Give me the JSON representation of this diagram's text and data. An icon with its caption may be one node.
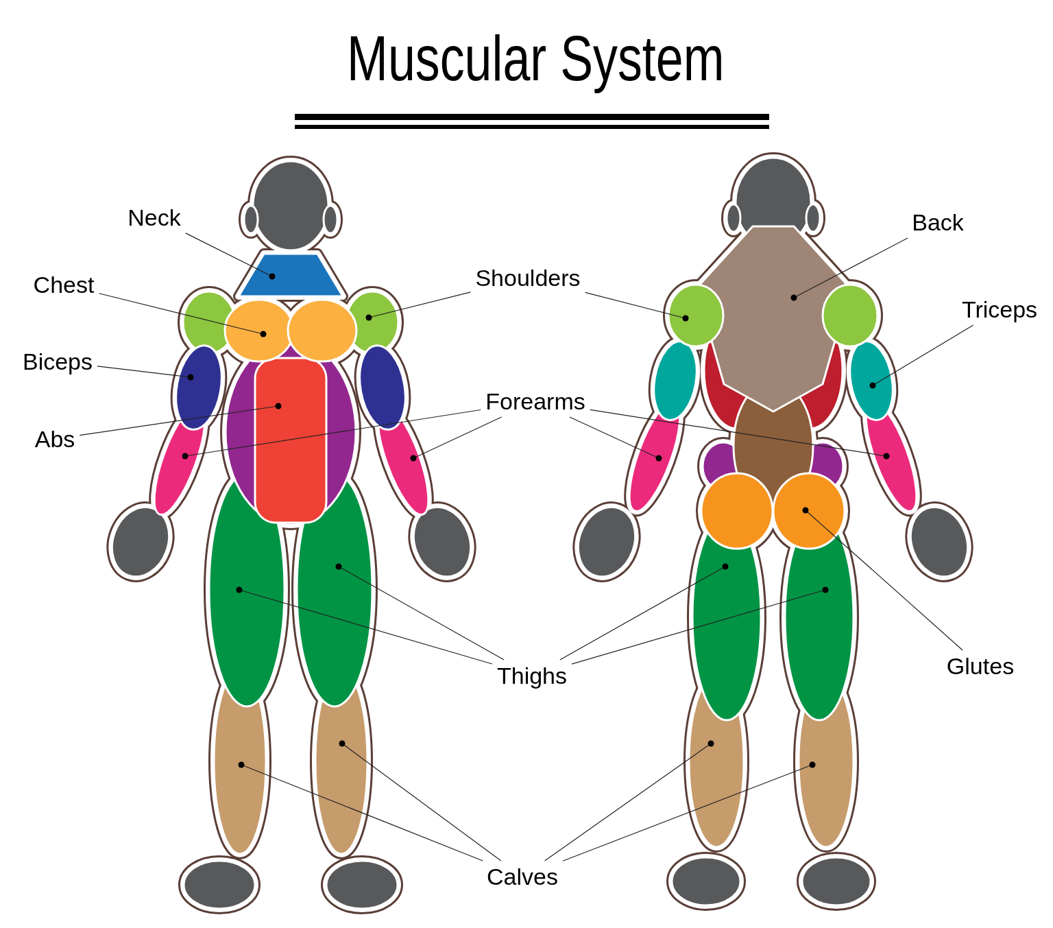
{
  "diagram": {
    "title": "Muscular System",
    "nodes": [
      {
        "text": [
          "Neck"
        ]
      },
      {
        "text": [
          "Chest"
        ]
      },
      {
        "text": [
          "Biceps"
        ]
      },
      {
        "text": [
          "Abs"
        ]
      },
      {
        "text": [
          "Shoulders"
        ]
      },
      {
        "text": [
          "Forearms"
        ]
      },
      {
        "text": [
          "Thighs"
        ]
      },
      {
        "text": [
          "Calves"
        ]
      },
      {
        "text": [
          "Back"
        ]
      },
      {
        "text": [
          "Triceps"
        ]
      },
      {
        "text": [
          "Glutes"
        ]
      }
    ],
    "edges": [
      {
        "from": 0,
        "to": null,
        "arrow": "other"
      },
      {
        "from": 1,
        "to": null,
        "arrow": "other"
      },
      {
        "from": 2,
        "to": null,
        "arrow": "other"
      },
      {
        "from": 3,
        "to": null,
        "arrow": "other"
      },
      {
        "from": 4,
        "to": null,
        "arrow": "other"
      },
      {
        "from": 4,
        "to": null,
        "arrow": "other"
      },
      {
        "from": 5,
        "to": null,
        "arrow": "other"
      },
      {
        "from": 5,
        "to": null,
        "arrow": "other"
      },
      {
        "from": 5,
        "to": null,
        "arrow": "other"
      },
      {
        "from": 5,
        "to": null,
        "arrow": "other"
      },
      {
        "from": 6,
        "to": null,
        "arrow": "other"
      },
      {
        "from": 6,
        "to": null,
        "arrow": "other"
      },
      {
        "from": 6,
        "to": null,
        "arrow": "other"
      },
      {
        "from": 6,
        "to": null,
        "arrow": "other"
      },
      {
        "from": 7,
        "to": null,
        "arrow": "other"
      },
      {
        "from": 7,
        "to": null,
        "arrow": "other"
      },
      {
        "from": 7,
        "to": null,
        "arrow": "other"
      },
      {
        "from": 7,
        "to": null,
        "arrow": "other"
      },
      {
        "from": 8,
        "to": null,
        "arrow": "other"
      },
      {
        "from": 9,
        "to": null,
        "arrow": "other"
      },
      {
        "from": 10,
        "to": null,
        "arrow": "other"
      }
    ]
  }
}
